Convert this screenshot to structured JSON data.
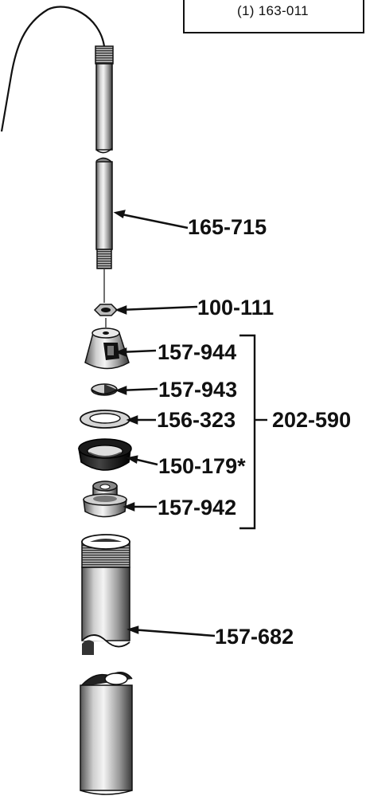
{
  "header_box": {
    "text": "(1)  163-011"
  },
  "parts": [
    {
      "id": "rod",
      "label": "165-715"
    },
    {
      "id": "nut",
      "label": "100-111"
    },
    {
      "id": "cap",
      "label": "157-944"
    },
    {
      "id": "disc",
      "label": "157-943"
    },
    {
      "id": "washer",
      "label": "156-323"
    },
    {
      "id": "cup",
      "label": "150-179*"
    },
    {
      "id": "fitting",
      "label": "157-942"
    },
    {
      "id": "tube",
      "label": "157-682"
    }
  ],
  "assembly": {
    "label": "202-590",
    "parts": [
      "157-944",
      "157-943",
      "156-323",
      "150-179*",
      "157-942"
    ]
  }
}
